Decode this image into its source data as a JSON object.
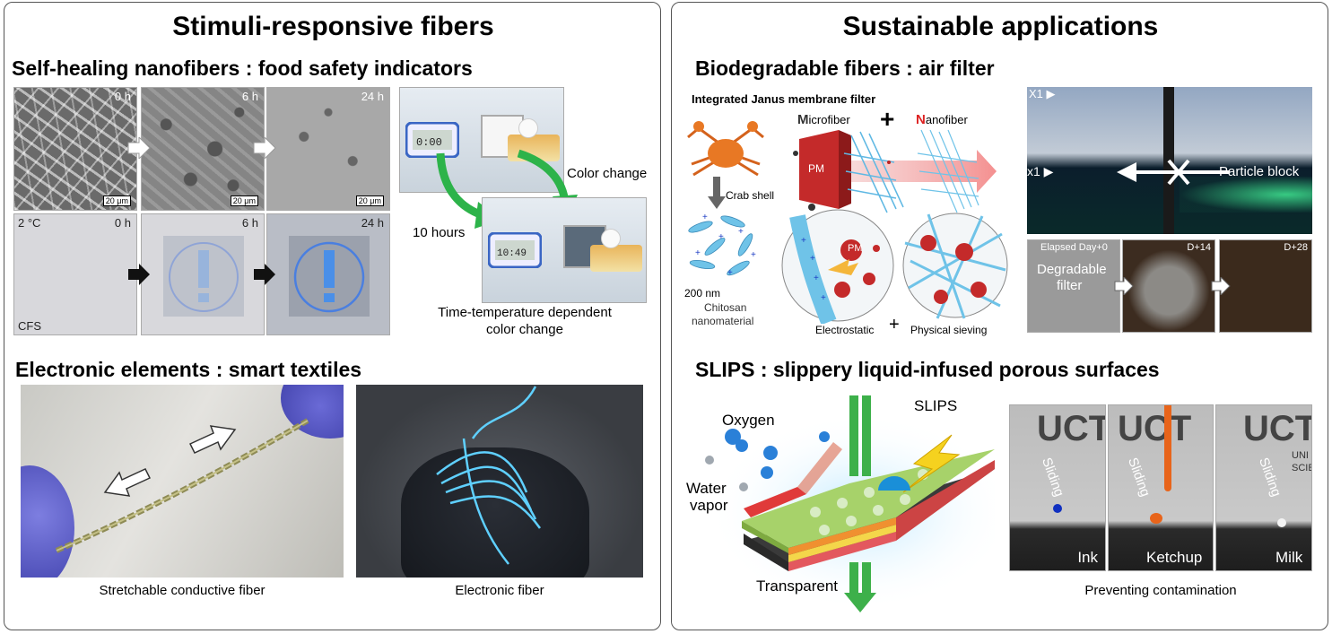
{
  "left_panel": {
    "title": "Stimuli-responsive fibers",
    "section1": {
      "heading": "Self-healing nanofibers : food safety indicators",
      "sem_times": [
        "0 h",
        "6 h",
        "24 h"
      ],
      "scale_bar": "20 μm",
      "cfs_temp": "2 °C",
      "cfs_times": [
        "0 h",
        "6 h",
        "24 h"
      ],
      "cfs_label": "CFS",
      "color_change": "Color change",
      "ten_hours": "10 hours",
      "caption_line1": "Time-temperature dependent",
      "caption_line2": "color change"
    },
    "section2": {
      "heading": "Electronic elements : smart textiles",
      "caption_left": "Stretchable conductive fiber",
      "caption_right": "Electronic fiber"
    }
  },
  "right_panel": {
    "title": "Sustainable applications",
    "section1": {
      "heading": "Biodegradable fibers : air filter",
      "diagram_title": "Integrated Janus membrane filter",
      "microfiber": "icrofiber",
      "microfiber_initial": "M",
      "nanofiber": "anofiber",
      "nanofiber_initial": "N",
      "crab_shell": "Crab shell",
      "pm": "PM",
      "scale": "200 nm",
      "chitosan_line1": "Chitosan",
      "chitosan_line2": "nanomaterial",
      "electrostatic": "Electrostatic",
      "sieving": "Physical sieving",
      "video_x1_top": "X1 ▶",
      "video_x1": "x1 ▶",
      "particle_block": "Particle block",
      "elapsed": "Elapsed Day+0",
      "d14": "D+14",
      "d28": "D+28",
      "degradable_line1": "Degradable",
      "degradable_line2": "filter"
    },
    "section2": {
      "heading": "SLIPS : slippery liquid-infused porous surfaces",
      "oxygen": "Oxygen",
      "water_line1": "Water",
      "water_line2": "vapor",
      "slips": "SLIPS",
      "transparent": "Transparent",
      "sliding": "Sliding",
      "ink": "Ink",
      "ketchup": "Ketchup",
      "milk": "Milk",
      "uct_frag": "UCT",
      "uni_frag": "UNI",
      "sci_frag": "SCIE",
      "caption": "Preventing contamination"
    }
  },
  "colors": {
    "green_arrow": "#2db34a",
    "pm_red": "#c0151b",
    "chitosan_blue": "#6fc3e8",
    "slips_green": "#a7d26a",
    "led_blue": "#5fd0ff"
  }
}
